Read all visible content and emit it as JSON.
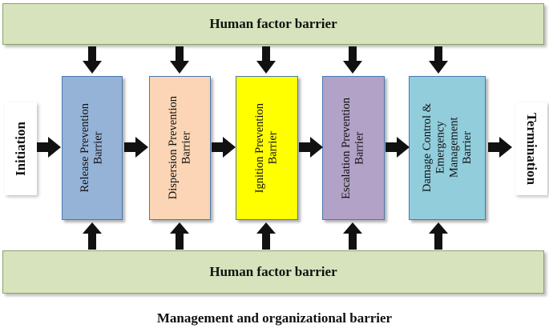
{
  "top_barrier": "Human factor barrier",
  "bottom_barrier": "Human factor barrier",
  "management_barrier": "Management and organizational barrier",
  "start_label": "Initiation",
  "end_label": "Termination",
  "barriers": [
    {
      "label": "Release Prevention\nBarrier",
      "color": "#95b3d7"
    },
    {
      "label": "Dispersion Prevention\nBarrier",
      "color": "#fbd5b5"
    },
    {
      "label": "Ignition Prevention\nBarrier",
      "color": "#ffff00"
    },
    {
      "label": "Escalation Prevention\nBarrier",
      "color": "#b2a2c7"
    },
    {
      "label": "Damage Control &\nEmergency\nManagement\nBarrier",
      "color": "#92cddc"
    }
  ]
}
